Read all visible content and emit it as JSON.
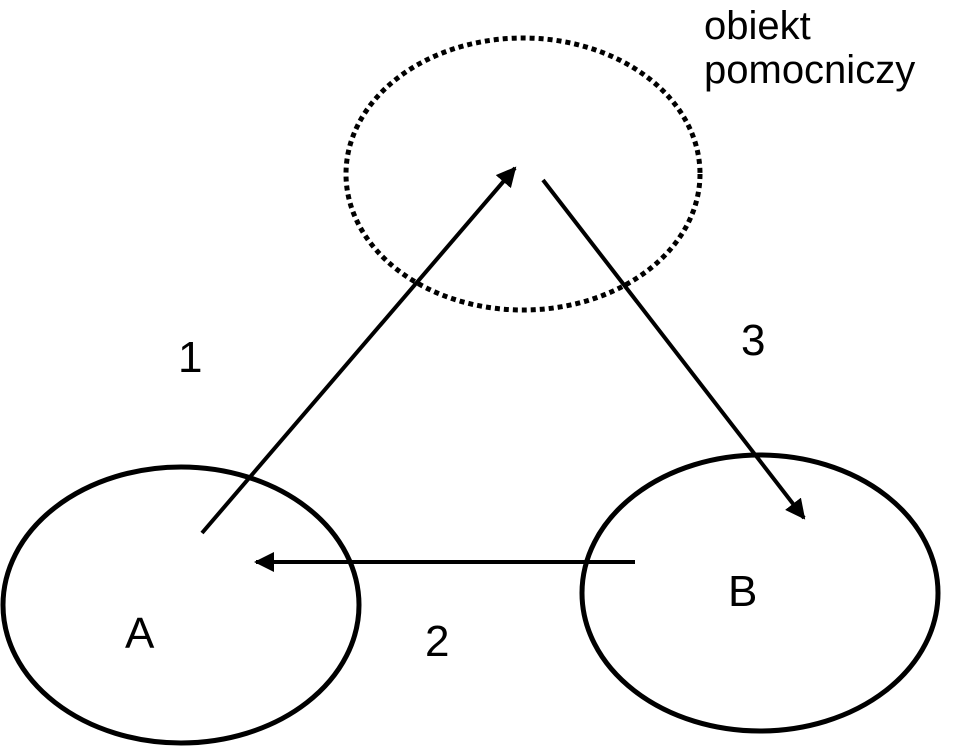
{
  "diagram": {
    "helper_object": {
      "label_line1": "obiekt",
      "label_line2": "pomocniczy",
      "border_style": "dotted"
    },
    "node_a": {
      "label": "A"
    },
    "node_b": {
      "label": "B"
    },
    "arrows": [
      {
        "label": "1",
        "from": "A",
        "to": "obiekt pomocniczy"
      },
      {
        "label": "2",
        "from": "B",
        "to": "A"
      },
      {
        "label": "3",
        "from": "obiekt pomocniczy",
        "to": "B"
      }
    ],
    "colors": {
      "stroke": "#000000",
      "background": "#ffffff"
    }
  }
}
